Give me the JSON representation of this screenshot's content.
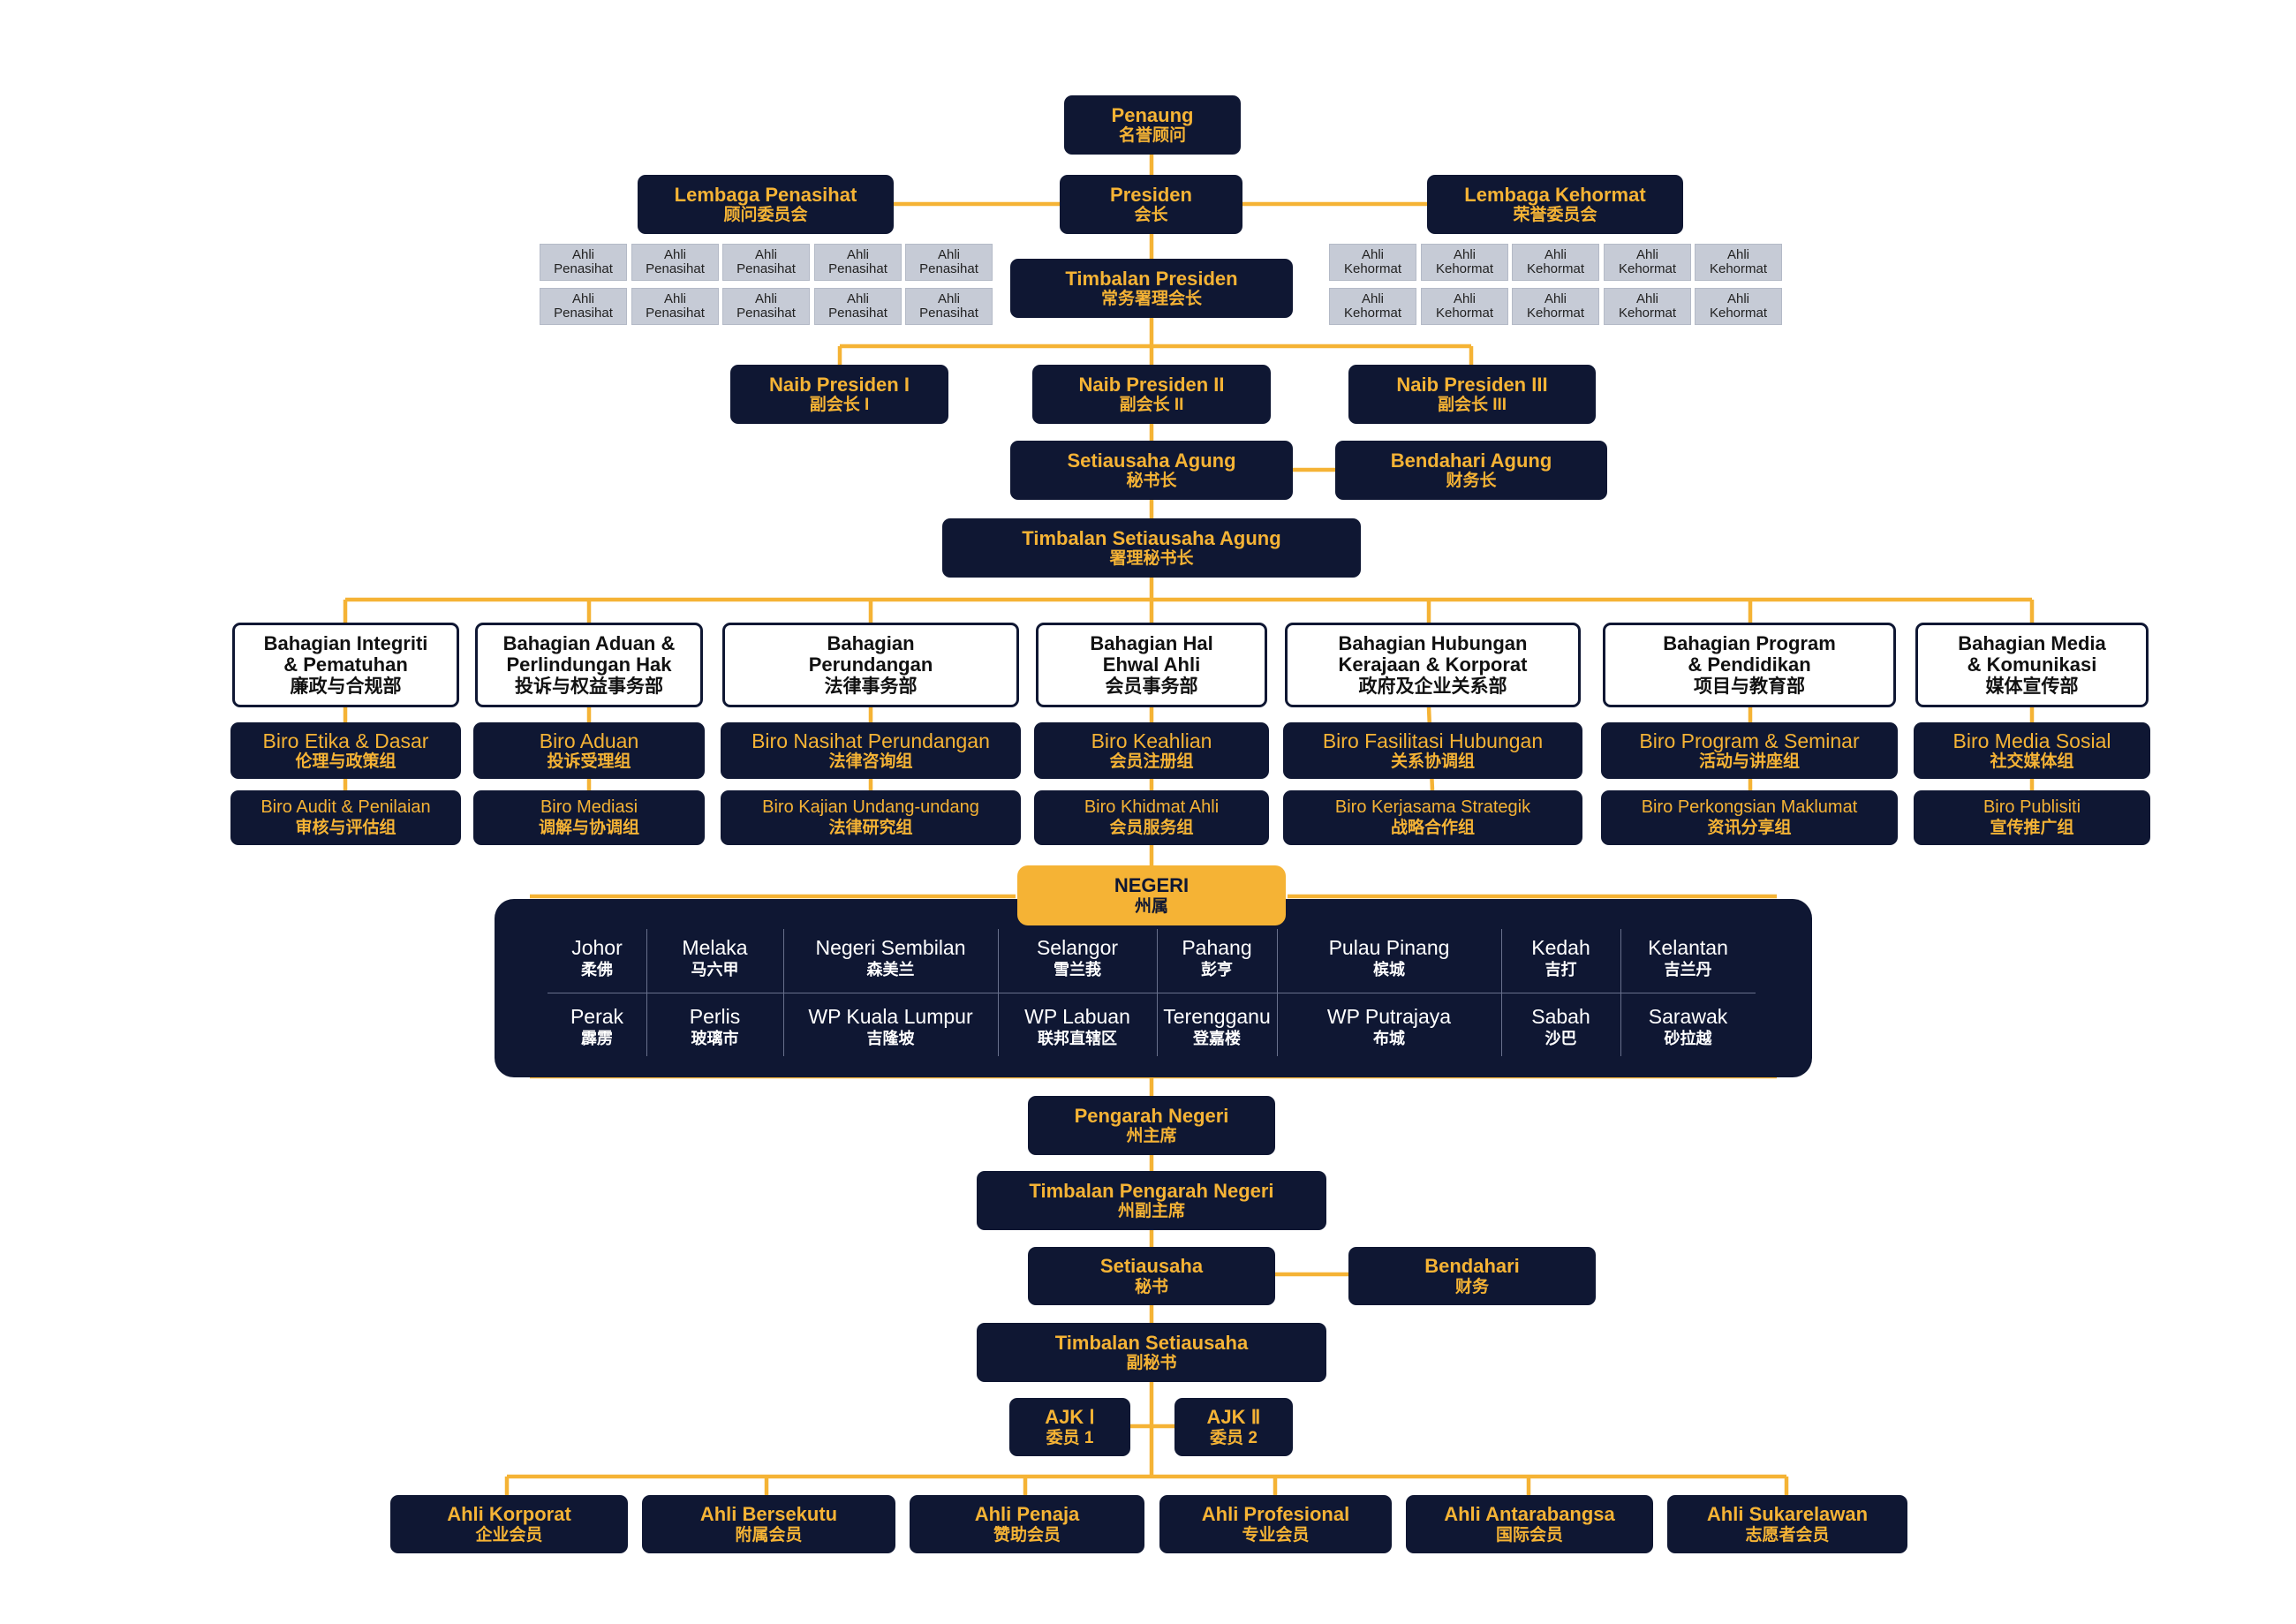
{
  "top": {
    "penaung": {
      "ms": "Penaung",
      "zh": "名誉顾问"
    },
    "lembaga_penasihat": {
      "ms": "Lembaga Penasihat",
      "zh": "顾问委员会"
    },
    "presiden": {
      "ms": "Presiden",
      "zh": "会长"
    },
    "lembaga_kehormat": {
      "ms": "Lembaga Kehormat",
      "zh": "荣誉委员会"
    },
    "timbalan_presiden": {
      "ms": "Timbalan Presiden",
      "zh": "常务署理会长"
    },
    "naib_presiden_1": {
      "ms": "Naib Presiden I",
      "zh": "副会长 I"
    },
    "naib_presiden_2": {
      "ms": "Naib Presiden II",
      "zh": "副会长 II"
    },
    "naib_presiden_3": {
      "ms": "Naib Presiden III",
      "zh": "副会长 III"
    },
    "setiausaha_agung": {
      "ms": "Setiausaha Agung",
      "zh": "秘书长"
    },
    "bendahari_agung": {
      "ms": "Bendahari Agung",
      "zh": "财务长"
    },
    "timbalan_setiausaha_agung": {
      "ms": "Timbalan Setiausaha Agung",
      "zh": "署理秘书长"
    }
  },
  "advisor_chip": {
    "line1": "Ahli",
    "line2": "Penasihat",
    "count": 10
  },
  "honorary_chip": {
    "line1": "Ahli",
    "line2": "Kehormat",
    "count": 10
  },
  "departments": [
    {
      "line1": "Bahagian Integriti",
      "line2": "& Pematuhan",
      "zh": "廉政与合规部",
      "biros": [
        {
          "ms": "Biro Etika & Dasar",
          "zh": "伦理与政策组"
        },
        {
          "ms": "Biro Audit & Penilaian",
          "zh": "审核与评估组"
        }
      ]
    },
    {
      "line1": "Bahagian Aduan &",
      "line2": "Perlindungan Hak",
      "zh": "投诉与权益事务部",
      "biros": [
        {
          "ms": "Biro Aduan",
          "zh": "投诉受理组"
        },
        {
          "ms": "Biro Mediasi",
          "zh": "调解与协调组"
        }
      ]
    },
    {
      "line1": "Bahagian",
      "line2": "Perundangan",
      "zh": "法律事务部",
      "biros": [
        {
          "ms": "Biro Nasihat Perundangan",
          "zh": "法律咨询组"
        },
        {
          "ms": "Biro Kajian Undang-undang",
          "zh": "法律研究组"
        }
      ]
    },
    {
      "line1": "Bahagian Hal",
      "line2": "Ehwal Ahli",
      "zh": "会员事务部",
      "biros": [
        {
          "ms": "Biro Keahlian",
          "zh": "会员注册组"
        },
        {
          "ms": "Biro Khidmat Ahli",
          "zh": "会员服务组"
        }
      ]
    },
    {
      "line1": "Bahagian Hubungan",
      "line2": "Kerajaan & Korporat",
      "zh": "政府及企业关系部",
      "biros": [
        {
          "ms": "Biro Fasilitasi Hubungan",
          "zh": "关系协调组"
        },
        {
          "ms": "Biro Kerjasama Strategik",
          "zh": "战略合作组"
        }
      ]
    },
    {
      "line1": "Bahagian Program",
      "line2": "& Pendidikan",
      "zh": "项目与教育部",
      "biros": [
        {
          "ms": "Biro Program & Seminar",
          "zh": "活动与讲座组"
        },
        {
          "ms": "Biro Perkongsian Maklumat",
          "zh": "资讯分享组"
        }
      ]
    },
    {
      "line1": "Bahagian Media",
      "line2": "& Komunikasi",
      "zh": "媒体宣传部",
      "biros": [
        {
          "ms": "Biro Media Sosial",
          "zh": "社交媒体组"
        },
        {
          "ms": "Biro Publisiti",
          "zh": "宣传推广组"
        }
      ]
    }
  ],
  "negeri": {
    "title": {
      "ms": "NEGERI",
      "zh": "州属"
    },
    "states": [
      [
        {
          "ms": "Johor",
          "zh": "柔佛"
        },
        {
          "ms": "Melaka",
          "zh": "马六甲"
        },
        {
          "ms": "Negeri Sembilan",
          "zh": "森美兰"
        },
        {
          "ms": "Selangor",
          "zh": "雪兰莪"
        },
        {
          "ms": "Pahang",
          "zh": "彭亨"
        },
        {
          "ms": "Pulau Pinang",
          "zh": "槟城"
        },
        {
          "ms": "Kedah",
          "zh": "吉打"
        },
        {
          "ms": "Kelantan",
          "zh": "吉兰丹"
        }
      ],
      [
        {
          "ms": "Perak",
          "zh": "霹雳"
        },
        {
          "ms": "Perlis",
          "zh": "玻璃市"
        },
        {
          "ms": "WP Kuala Lumpur",
          "zh": "吉隆坡"
        },
        {
          "ms": "WP Labuan",
          "zh": "联邦直辖区"
        },
        {
          "ms": "Terengganu",
          "zh": "登嘉楼"
        },
        {
          "ms": "WP Putrajaya",
          "zh": "布城"
        },
        {
          "ms": "Sabah",
          "zh": "沙巴"
        },
        {
          "ms": "Sarawak",
          "zh": "砂拉越"
        }
      ]
    ]
  },
  "state_level": {
    "pengarah_negeri": {
      "ms": "Pengarah Negeri",
      "zh": "州主席"
    },
    "timbalan_pengarah_negeri": {
      "ms": "Timbalan Pengarah Negeri",
      "zh": "州副主席"
    },
    "setiausaha": {
      "ms": "Setiausaha",
      "zh": "秘书"
    },
    "bendahari": {
      "ms": "Bendahari",
      "zh": "财务"
    },
    "timbalan_setiausaha": {
      "ms": "Timbalan Setiausaha",
      "zh": "副秘书"
    },
    "ajk_1": {
      "ms": "AJK Ⅰ",
      "zh": "委员 1"
    },
    "ajk_2": {
      "ms": "AJK Ⅱ",
      "zh": "委员 2"
    }
  },
  "members": [
    {
      "ms": "Ahli Korporat",
      "zh": "企业会员"
    },
    {
      "ms": "Ahli Bersekutu",
      "zh": "附属会员"
    },
    {
      "ms": "Ahli Penaja",
      "zh": "赞助会员"
    },
    {
      "ms": "Ahli Profesional",
      "zh": "专业会员"
    },
    {
      "ms": "Ahli Antarabangsa",
      "zh": "国际会员"
    },
    {
      "ms": "Ahli Sukarelawan",
      "zh": "志愿者会员"
    }
  ]
}
